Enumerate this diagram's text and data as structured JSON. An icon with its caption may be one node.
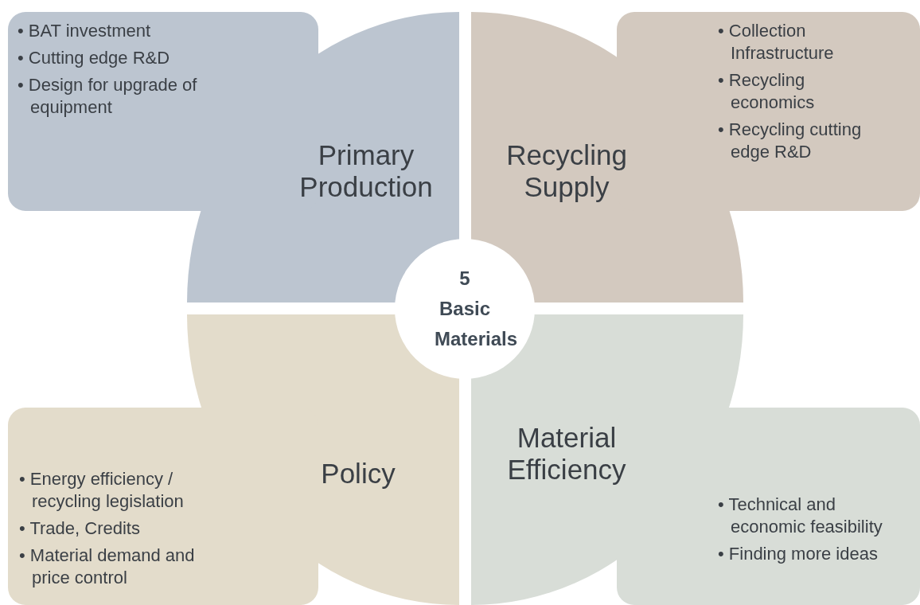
{
  "diagram": {
    "nodes": [
      {
        "text": [
          "Primary Production",
          "• BAT investment",
          "• Cutting edge R&D",
          "• Design for upgrade of equipment"
        ]
      },
      {
        "text": [
          "Recycling Supply",
          "• Collection Infrastructure",
          "• Recycling economics",
          "• Recycling cutting edge R&D"
        ]
      },
      {
        "text": [
          "Policy",
          "• Energy efficiency / recycling legislation",
          "• Trade, Credits",
          "• Material demand and price control"
        ]
      },
      {
        "text": [
          "Material Efficiency",
          "• Technical and economic feasibility",
          "• Finding more ideas"
        ]
      },
      {
        "text": [
          "5 Basic Materials"
        ]
      }
    ]
  }
}
